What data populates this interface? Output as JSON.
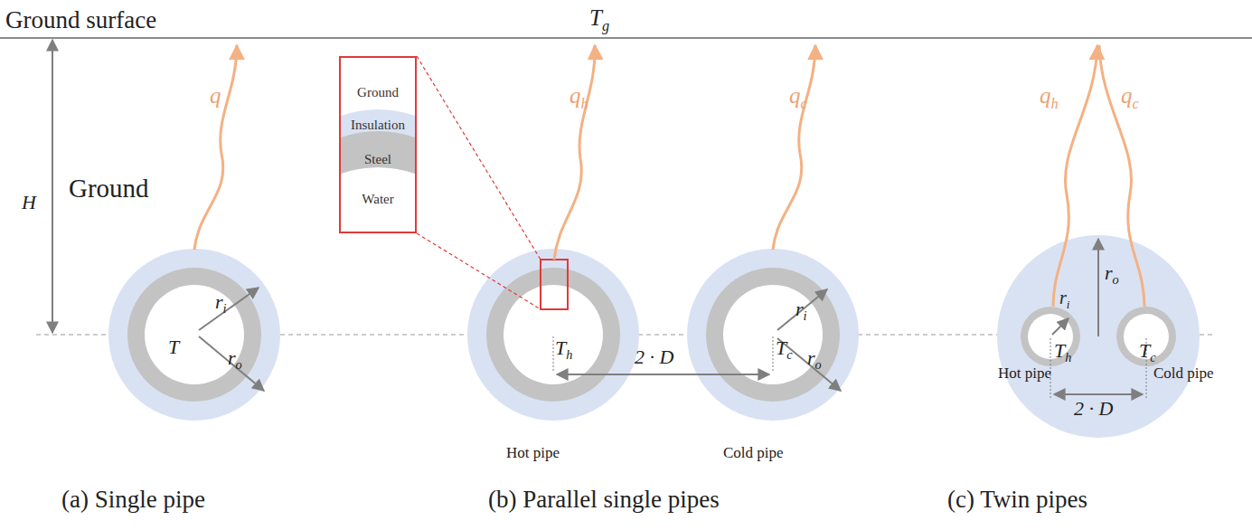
{
  "diagram": {
    "nodes": [
      {
        "text": [
          "Ground",
          "Insulation",
          "Steel",
          "Water"
        ]
      }
    ],
    "labels": [
      "Ground surface",
      "Tg",
      "H",
      "Ground",
      "q",
      "ri",
      "T",
      "ro",
      "qh",
      "qc",
      "Th",
      "Tc",
      "2 · D",
      "ri",
      "ro",
      "Hot pipe",
      "Cold pipe",
      "qh",
      "qc",
      "ri",
      "ro",
      "Th",
      "Tc",
      "Hot pipe",
      "Cold pipe",
      "2 · D",
      "(a) Single pipe",
      "(b) Parallel single pipes",
      "(c) Twin pipes"
    ]
  }
}
